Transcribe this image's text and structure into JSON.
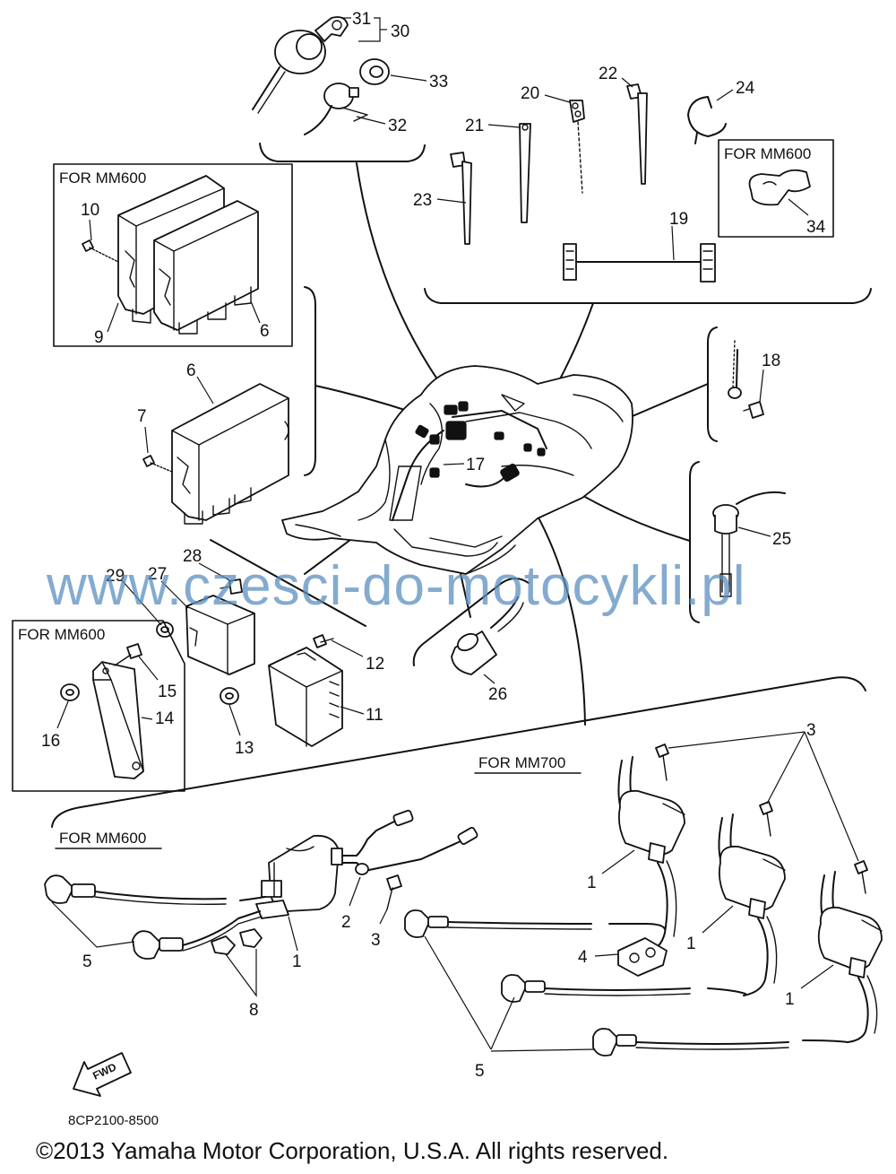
{
  "labels": {
    "for_mm600": "FOR MM600",
    "for_mm700": "FOR MM700",
    "fwd": "FWD"
  },
  "callouts": [
    "1",
    "2",
    "3",
    "4",
    "5",
    "6",
    "7",
    "8",
    "9",
    "10",
    "11",
    "12",
    "13",
    "14",
    "15",
    "16",
    "17",
    "18",
    "19",
    "20",
    "21",
    "22",
    "23",
    "24",
    "25",
    "26",
    "27",
    "28",
    "29",
    "30",
    "31",
    "32",
    "33",
    "34"
  ],
  "footer": {
    "part_code": "8CP2100-8500",
    "copyright": "©2013 Yamaha Motor Corporation, U.S.A. All rights reserved."
  },
  "watermark": "www.czesci-do-motocykli.pl"
}
